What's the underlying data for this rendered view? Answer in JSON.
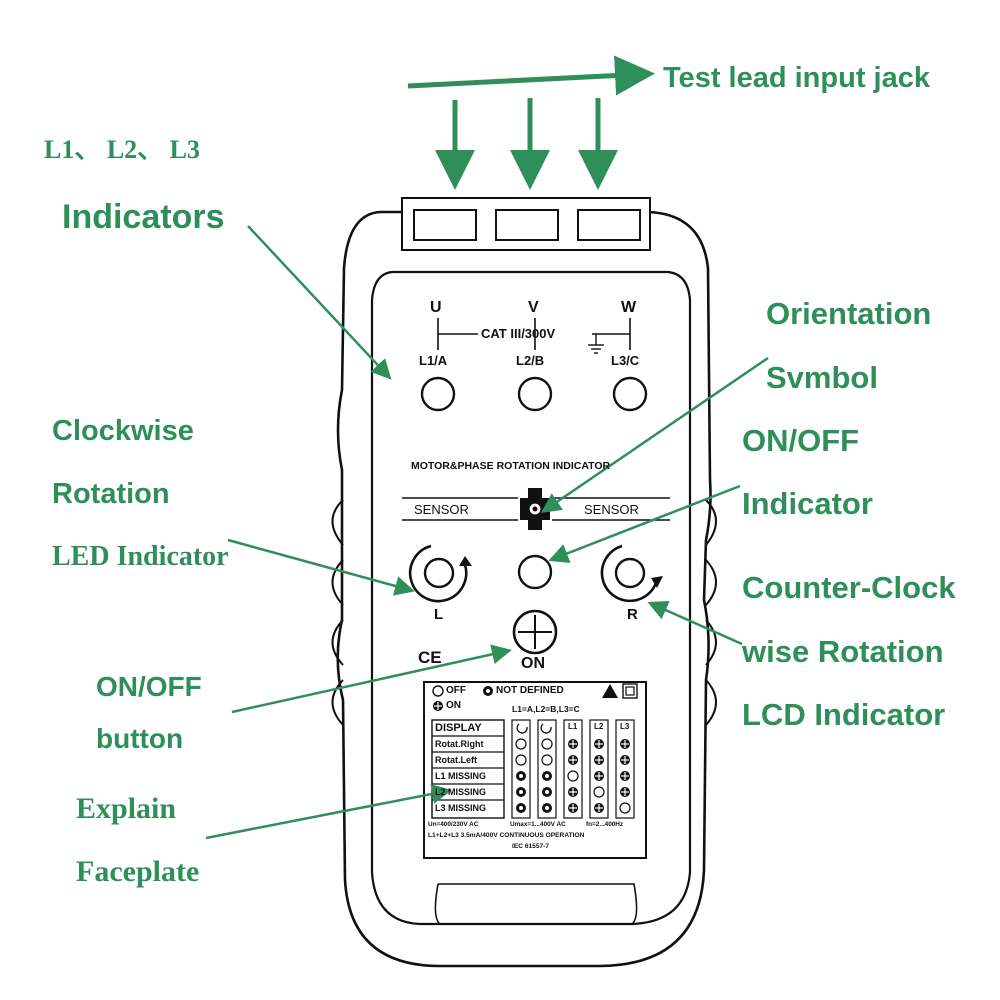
{
  "callouts": {
    "test_lead": "Test lead input jack",
    "l123": "L1、 L2、 L3",
    "indicators": "Indicators",
    "orientation": "Orientation",
    "symbol": "Svmbol",
    "onoff_ind_1": "ON/OFF",
    "onoff_ind_2": "Indicator",
    "clockwise_1": "Clockwise",
    "clockwise_2": "Rotation",
    "clockwise_3": "LED Indicator",
    "counter_1": "Counter-Clock",
    "counter_2": "wise Rotation",
    "counter_3": "LCD Indicator",
    "onoff_btn_1": "ON/OFF",
    "onoff_btn_2": "button",
    "explain_1": "Explain",
    "explain_2": "Faceplate"
  },
  "device": {
    "u": "U",
    "v": "V",
    "w": "W",
    "cat": "CAT III/300V",
    "l1": "L1/A",
    "l2": "L2/B",
    "l3": "L3/C",
    "title": "MOTOR&PHASE ROTATION INDICATOR",
    "sensor_left": "SENSOR",
    "sensor_right": "SENSOR",
    "l_label": "L",
    "r_label": "R",
    "on_label": "ON",
    "ce": "CE"
  },
  "faceplate": {
    "legend_off": "OFF",
    "legend_not_defined": "NOT DEFINED",
    "legend_on": "ON",
    "mapping": "L1=A,L2=B,L3=C",
    "columns": [
      "L1",
      "L2",
      "L3"
    ],
    "rows": [
      "DISPLAY",
      "Rotat.Right",
      "Rotat.Left",
      "L1 MISSING",
      "L2 MISSING",
      "L3 MISSING"
    ],
    "spec_line1_a": "Un=400/230V AC",
    "spec_line1_b": "Umax=1...400V AC",
    "spec_line1_c": "fn=2...400Hz",
    "spec_line2": "L1+L2+L3 3.5mA/400V CONTINUOUS OPERATION",
    "spec_line3": "IEC 61557-7"
  },
  "colors": {
    "callout": "#2f8f5b",
    "outline": "#111111",
    "body_fill": "#ffffff"
  }
}
